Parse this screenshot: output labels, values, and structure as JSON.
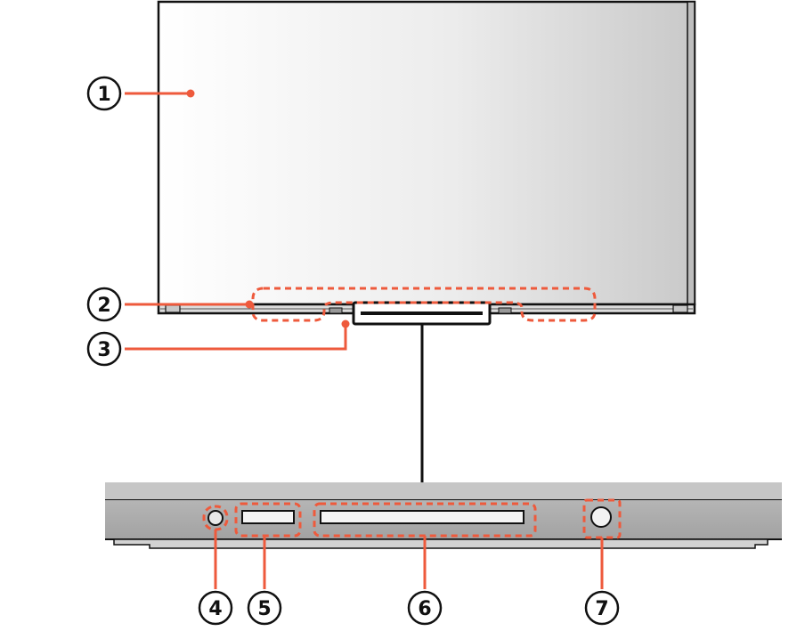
{
  "callouts": [
    {
      "id": "1",
      "label": "1"
    },
    {
      "id": "2",
      "label": "2"
    },
    {
      "id": "3",
      "label": "3"
    },
    {
      "id": "4",
      "label": "4"
    },
    {
      "id": "5",
      "label": "5"
    },
    {
      "id": "6",
      "label": "6"
    },
    {
      "id": "7",
      "label": "7"
    }
  ],
  "colors": {
    "accent": "#ee5a3c",
    "outline": "#111111",
    "screen_light": "#ffffff",
    "screen_dark": "#cfcfcf",
    "panel": "#aaaaaa"
  }
}
